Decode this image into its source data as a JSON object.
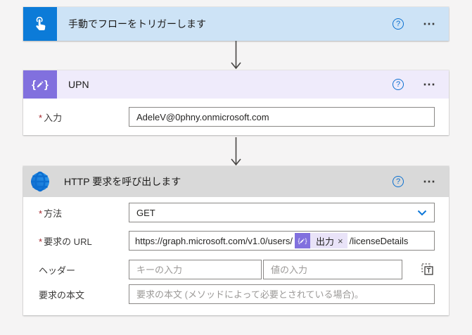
{
  "page": {
    "background": "#f5f4f4"
  },
  "icons": {
    "help": "?",
    "more": "⋯",
    "close": "×",
    "text_mode": "T"
  },
  "colors": {
    "trigger_header": "#cde3f6",
    "trigger_icon_bg": "#0c7bd8",
    "compose_header": "#efebfb",
    "compose_icon_bg": "#8170de",
    "http_header": "#d9d9d9",
    "accent_blue": "#0b6fd0",
    "required_red": "#a4262c",
    "token_pill_bg": "#e9e3f8"
  },
  "trigger_card": {
    "title": "手動でフローをトリガーします"
  },
  "compose_card": {
    "title": "UPN",
    "input": {
      "label": "入力",
      "required": "*",
      "value": "AdeleV@0phny.onmicrosoft.com"
    }
  },
  "http_card": {
    "title": "HTTP 要求を呼び出します",
    "method": {
      "label": "方法",
      "required": "*",
      "value": "GET"
    },
    "url": {
      "label": "要求の URL",
      "required": "*",
      "prefix": "https://graph.microsoft.com/v1.0/users/",
      "token_label": "出力",
      "suffix": "/licenseDetails"
    },
    "headers": {
      "label": "ヘッダー",
      "key_placeholder": "キーの入力",
      "value_placeholder": "値の入力"
    },
    "body": {
      "label": "要求の本文",
      "placeholder": "要求の本文 (メソッドによって必要とされている場合)。"
    }
  }
}
